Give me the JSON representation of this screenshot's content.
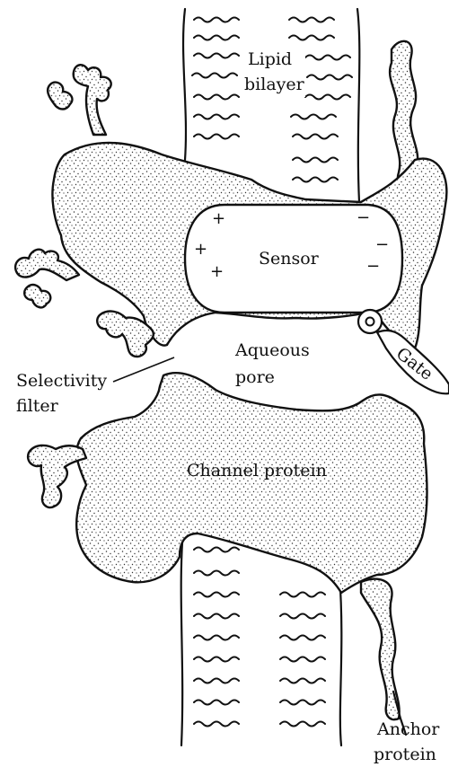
{
  "diagram": {
    "labels": {
      "lipid_bilayer_line1": "Lipid",
      "lipid_bilayer_line2": "bilayer",
      "sensor": "Sensor",
      "aqueous_pore_line1": "Aqueous",
      "aqueous_pore_line2": "pore",
      "selectivity_filter_line1": "Selectivity",
      "selectivity_filter_line2": "filter",
      "channel_protein": "Channel protein",
      "gate": "Gate",
      "anchor_protein_line1": "Anchor",
      "anchor_protein_line2": "protein"
    },
    "charges": {
      "positive": "+",
      "negative": "−"
    },
    "icons": {
      "bilayer": "lipid-wave-pattern",
      "glycan": "carbohydrate-chain-icon",
      "hinge": "gate-hinge-icon"
    },
    "colors": {
      "ink": "#111111",
      "paper": "#ffffff"
    }
  }
}
